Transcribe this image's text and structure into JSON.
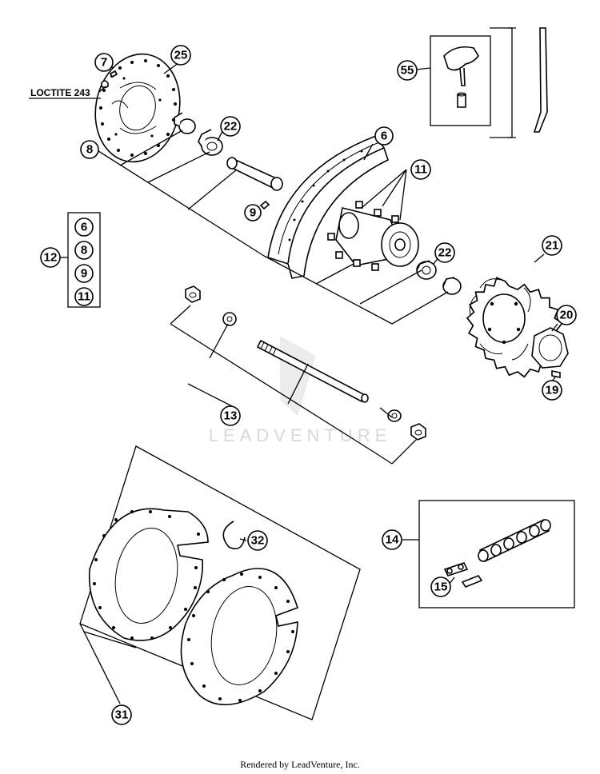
{
  "watermark": "LEADVENTURE",
  "footer": "Rendered by LeadVenture, Inc.",
  "note_loctite": "LOCTITE 243",
  "callouts": {
    "c7": "7",
    "c25": "25",
    "c8": "8",
    "c22a": "22",
    "c6": "6",
    "c11": "11",
    "c9": "9",
    "c55": "55",
    "c12": "12",
    "k6": "6",
    "k8": "8",
    "k9": "9",
    "k11": "11",
    "c22b": "22",
    "c21": "21",
    "c20": "20",
    "c19": "19",
    "c13": "13",
    "c14": "14",
    "c15": "15",
    "c32": "32",
    "c31": "31"
  }
}
